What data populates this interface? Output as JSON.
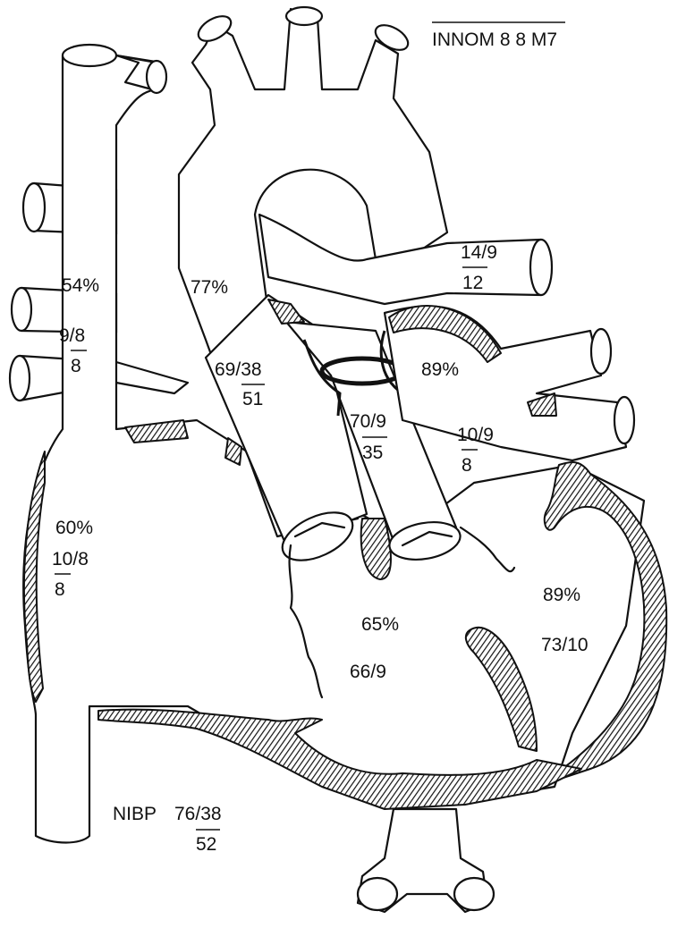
{
  "header": {
    "title": "INNOM 8 8 M7"
  },
  "labels": {
    "svc_sat": "54%",
    "svc_pressure": "9/8",
    "svc_mean": "8",
    "ra_sat": "60%",
    "ra_pressure": "10/8",
    "ra_mean": "8",
    "ao_sat": "77%",
    "ao_pressure": "69/38",
    "ao_mean": "51",
    "pa_pressure": "70/9",
    "pa_mean": "35",
    "lpa_pressure": "14/9",
    "lpa_mean": "12",
    "la_sat": "89%",
    "la_pressure": "10/9",
    "la_mean": "8",
    "lv_sat": "89%",
    "lv_pressure": "73/10",
    "rv_sat": "65%",
    "rv_pressure": "66/9",
    "nibp_label": "NIBP",
    "nibp_pressure": "76/38",
    "nibp_mean": "52"
  }
}
